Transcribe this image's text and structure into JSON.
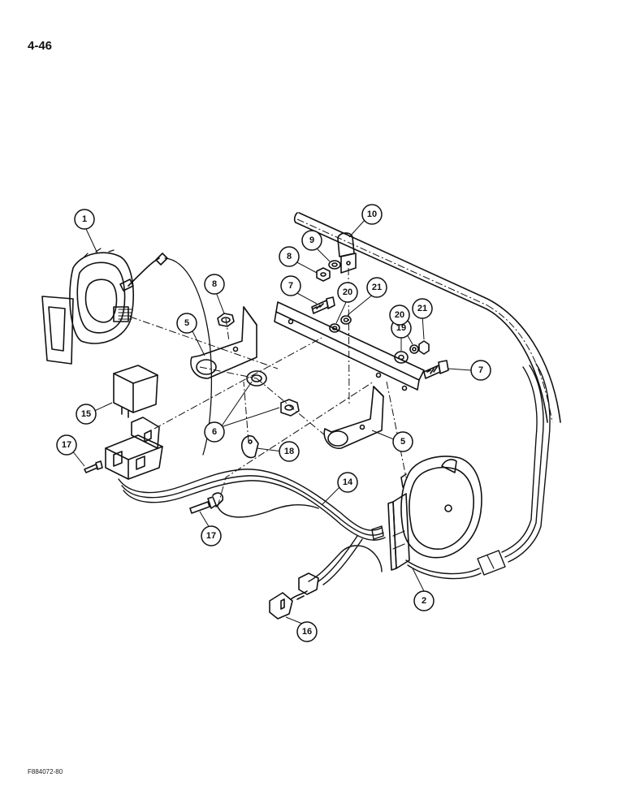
{
  "page_number": "4-46",
  "figure_code": "F884072-80",
  "colors": {
    "ink": "#111111",
    "paper": "#ffffff"
  },
  "callouts": [
    {
      "id": "callout-1",
      "label": "1"
    },
    {
      "id": "callout-2",
      "label": "2"
    },
    {
      "id": "callout-5a",
      "label": "5"
    },
    {
      "id": "callout-5b",
      "label": "5"
    },
    {
      "id": "callout-6",
      "label": "6"
    },
    {
      "id": "callout-7a",
      "label": "7"
    },
    {
      "id": "callout-7b",
      "label": "7"
    },
    {
      "id": "callout-8a",
      "label": "8"
    },
    {
      "id": "callout-8b",
      "label": "8"
    },
    {
      "id": "callout-9",
      "label": "9"
    },
    {
      "id": "callout-10",
      "label": "10"
    },
    {
      "id": "callout-14",
      "label": "14"
    },
    {
      "id": "callout-15",
      "label": "15"
    },
    {
      "id": "callout-16",
      "label": "16"
    },
    {
      "id": "callout-17a",
      "label": "17"
    },
    {
      "id": "callout-17b",
      "label": "17"
    },
    {
      "id": "callout-18",
      "label": "18"
    },
    {
      "id": "callout-19",
      "label": "19"
    },
    {
      "id": "callout-20a",
      "label": "20"
    },
    {
      "id": "callout-20b",
      "label": "20"
    },
    {
      "id": "callout-21a",
      "label": "21"
    },
    {
      "id": "callout-21b",
      "label": "21"
    }
  ]
}
